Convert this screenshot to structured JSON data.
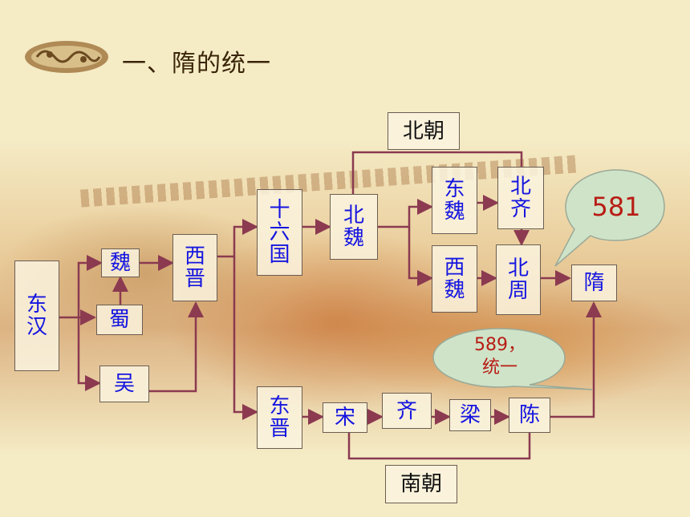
{
  "title": "一、隋的统一",
  "nodes": {
    "donghan": "东汉",
    "wei": "魏",
    "shu": "蜀",
    "wu": "吴",
    "xijin": "西晋",
    "shiliuguo": "十六国",
    "beiwei": "北魏",
    "dongwei": "东魏",
    "xiwei": "西魏",
    "beiqi": "北齐",
    "beizhou": "北周",
    "sui": "隋",
    "dongjin": "东晋",
    "song": "宋",
    "qi": "齐",
    "liang": "梁",
    "chen": "陈"
  },
  "labels": {
    "beichao": "北朝",
    "nanchao": "南朝"
  },
  "callouts": {
    "year_581": "581",
    "year_589": "589，",
    "unify": "统一"
  },
  "colors": {
    "node_text": "#1515e0",
    "arrow": "#8b3a50",
    "callout_fill": "#cfe3c8",
    "callout_text": "#b81c14"
  }
}
